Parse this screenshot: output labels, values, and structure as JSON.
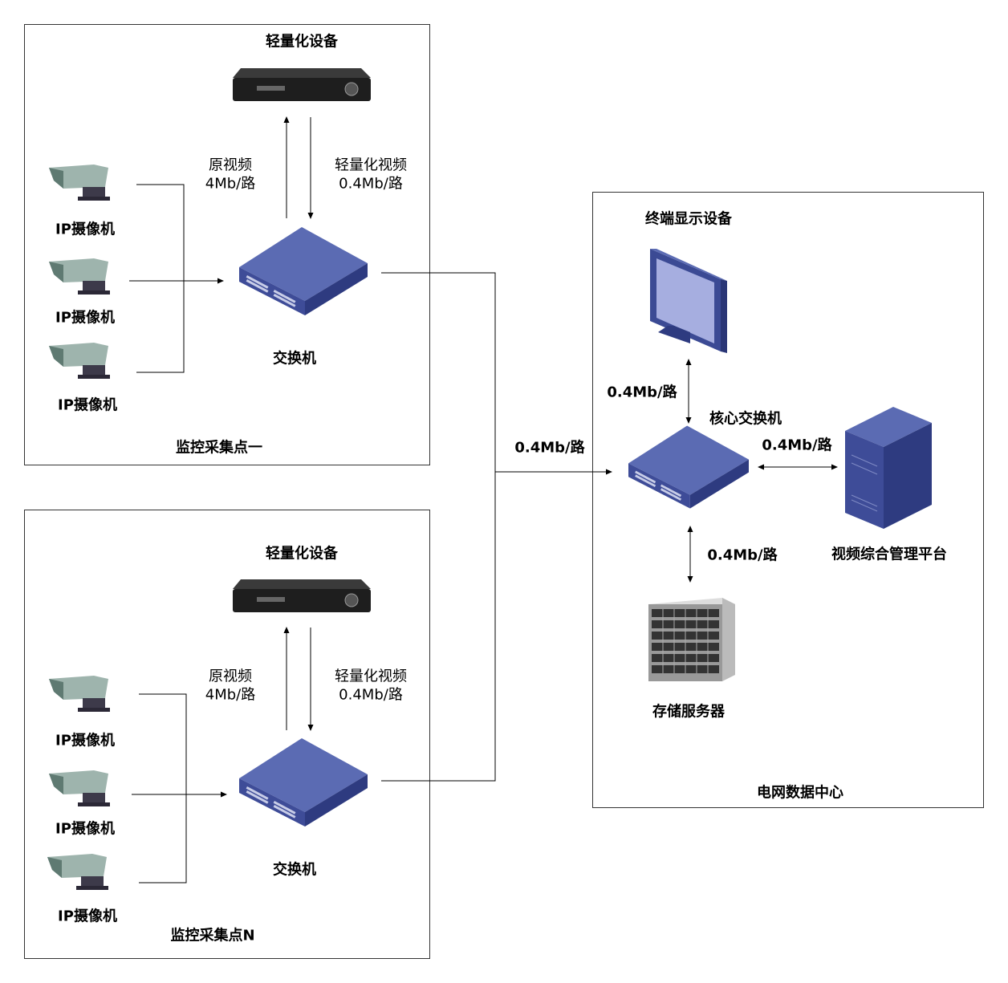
{
  "site1": {
    "title": "监控采集点一",
    "device": "轻量化设备",
    "switch": "交换机",
    "camera": "IP摄像机",
    "raw_label": "原视频",
    "raw_rate": "4Mb/路",
    "light_label": "轻量化视频",
    "light_rate": "0.4Mb/路"
  },
  "siteN": {
    "title": "监控采集点N",
    "device": "轻量化设备",
    "switch": "交换机",
    "camera": "IP摄像机",
    "raw_label": "原视频",
    "raw_rate": "4Mb/路",
    "light_label": "轻量化视频",
    "light_rate": "0.4Mb/路"
  },
  "uplink_rate": "0.4Mb/路",
  "datacenter": {
    "title": "电网数据中心",
    "display": "终端显示设备",
    "core_switch": "核心交换机",
    "platform": "视频综合管理平台",
    "storage": "存储服务器",
    "display_rate": "0.4Mb/路",
    "platform_rate": "0.4Mb/路",
    "storage_rate": "0.4Mb/路"
  },
  "colors": {
    "switch_top": "#5b6bb3",
    "switch_side": "#3a4893",
    "line": "#000000"
  }
}
